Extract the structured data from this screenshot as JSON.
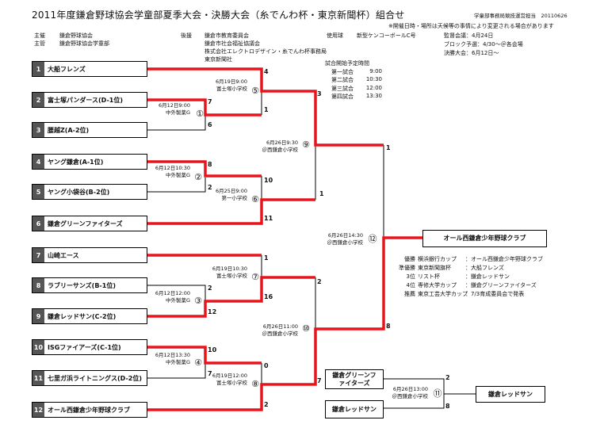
{
  "header": {
    "title": "2011年度鎌倉野球協会学童部夏季大会・決勝大会（糸でんわ杯・東京新聞杯）組合せ",
    "office": "学童部事務局競技運営担当　20110626",
    "notice": "※開催日時・場所は天候等の事情により変更される場合があります",
    "organizer_label": "主催",
    "organizer": "鎌倉野球協会",
    "manager_label": "主管",
    "manager": "鎌倉野球協会学童部",
    "support_label": "後援",
    "supporters": [
      "鎌倉市教育委員会",
      "鎌倉市社会福祉協議会",
      "株式会社エレクトロデザイン・糸でんわ杯事務局",
      "東京新聞社"
    ],
    "ball_label": "使用球",
    "ball": "新型ケンコーボールC号",
    "schedule_notes": [
      "監督会議：4月24日",
      "ブロック予選：4/30～＠各会場",
      "決勝大会：6月12日～"
    ]
  },
  "start_times": {
    "title": "試合開始予定時間",
    "rows": [
      {
        "game": "第一試合",
        "time": "9:00"
      },
      {
        "game": "第二試合",
        "time": "10:30"
      },
      {
        "game": "第三試合",
        "time": "12:00"
      },
      {
        "game": "第四試合",
        "time": "13:30"
      }
    ]
  },
  "teams": [
    {
      "no": "1",
      "name": "大船フレンズ"
    },
    {
      "no": "2",
      "name": "富士塚パンダース(D-1位)"
    },
    {
      "no": "3",
      "name": "腰越Z(A-2位)"
    },
    {
      "no": "4",
      "name": "ヤング鎌倉(A-1位)"
    },
    {
      "no": "5",
      "name": "ヤング小袋谷(B-2位)"
    },
    {
      "no": "6",
      "name": "鎌倉グリーンファイターズ"
    },
    {
      "no": "7",
      "name": "山崎エース"
    },
    {
      "no": "8",
      "name": "ラブリーサンズ(B-1位)"
    },
    {
      "no": "9",
      "name": "鎌倉レッドサン(C-2位)"
    },
    {
      "no": "10",
      "name": "ISGファイアーズ(C-1位)"
    },
    {
      "no": "11",
      "name": "七里ガ浜ライトニングス(D-2位)"
    },
    {
      "no": "12",
      "name": "オール西鎌倉少年野球クラブ"
    }
  ],
  "matches": [
    {
      "id": "①",
      "date": "6月12日9:00",
      "venue": "中外製薬G",
      "top": "7",
      "bottom": "6"
    },
    {
      "id": "②",
      "date": "6月12日10:30",
      "venue": "中外製薬G",
      "top": "8",
      "bottom": "2"
    },
    {
      "id": "③",
      "date": "6月12日12:00",
      "venue": "中外製薬G",
      "top": "2",
      "bottom": "12"
    },
    {
      "id": "④",
      "date": "6月12日13:30",
      "venue": "中外製薬G",
      "top": "10",
      "bottom": "7"
    },
    {
      "id": "⑤",
      "date": "6月19日9:00",
      "venue": "富士塚小学校",
      "top": "4",
      "bottom": "1"
    },
    {
      "id": "⑥",
      "date": "6月25日9:00",
      "venue": "第一小学校",
      "top": "10",
      "bottom": "11"
    },
    {
      "id": "⑦",
      "date": "6月19日10:30",
      "venue": "富士塚小学校",
      "top": "1",
      "bottom": "16"
    },
    {
      "id": "⑧",
      "date": "6月19日12:00",
      "venue": "富士塚小学校",
      "top": "0",
      "bottom": "2"
    },
    {
      "id": "⑨",
      "date": "6月26日9:30",
      "venue": "＠西鎌倉小学校",
      "top": "3",
      "bottom": "1"
    },
    {
      "id": "⑩",
      "date": "6月26日11:00",
      "venue": "＠西鎌倉小学校",
      "top": "2",
      "bottom": "7"
    },
    {
      "id": "⑪",
      "date": "6月26日13:00",
      "venue": "＠西鎌倉小学校",
      "top": "2",
      "bottom": "8"
    },
    {
      "id": "⑫",
      "date": "6月26日14:30",
      "venue": "＠西鎌倉小学校",
      "top": "1",
      "bottom": "8"
    }
  ],
  "champion": "オール西鎌倉少年野球クラブ",
  "third_place": {
    "team_a": "鎌倉グリーンファイターズ",
    "team_b": "鎌倉レッドサン",
    "winner": "鎌倉レッドサン"
  },
  "results": [
    {
      "rank": "優勝",
      "cup": "横浜銀行カップ",
      "team": "：オール西鎌倉少年野球クラブ"
    },
    {
      "rank": "準優勝",
      "cup": "東京新聞旗杯",
      "team": "：大船フレンズ"
    },
    {
      "rank": "3位",
      "cup": "リスト杯",
      "team": "：鎌倉レッドサン"
    },
    {
      "rank": "4位",
      "cup": "専修大学カップ",
      "team": "：鎌倉グリーンファイターズ"
    },
    {
      "rank": "推薦",
      "cup": "東京工芸大学カップ",
      "team": "：7/3育成委員会で発表"
    }
  ],
  "colors": {
    "winner_line": "#e8141b",
    "line": "#000000",
    "number_cell": "#555555"
  }
}
